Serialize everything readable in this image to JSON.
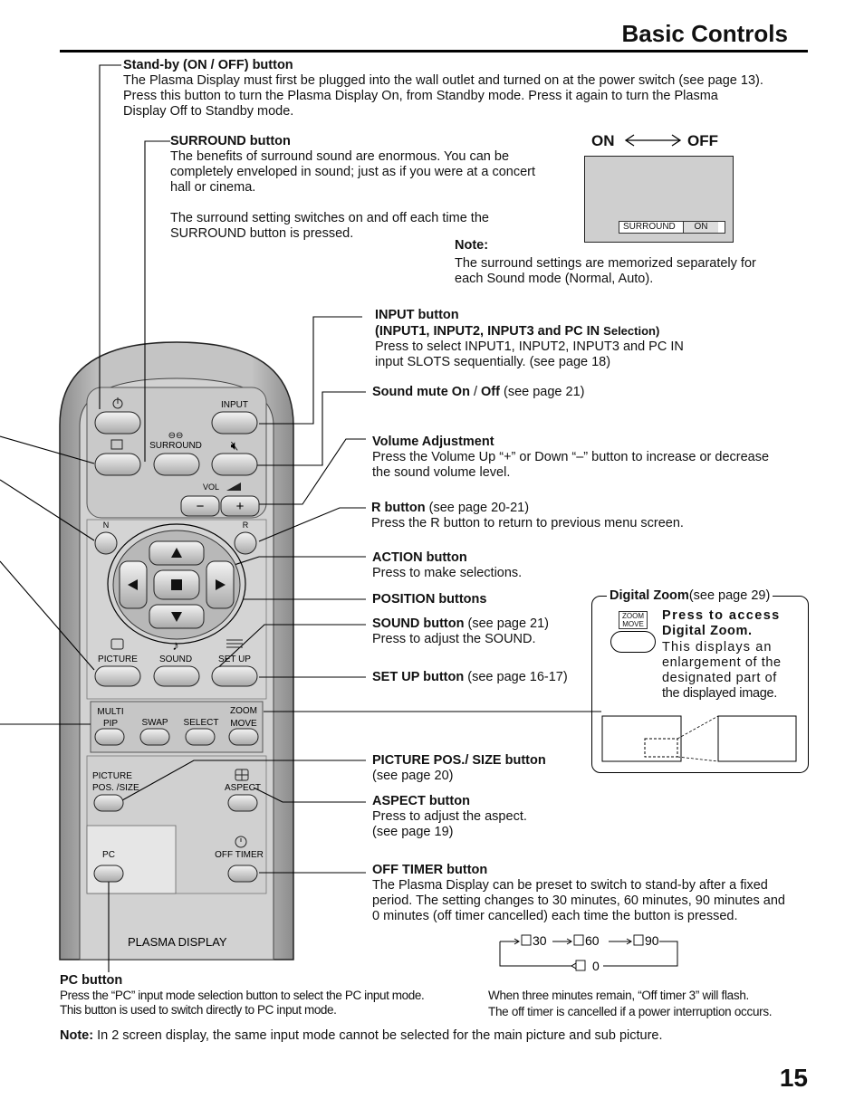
{
  "page": {
    "title": "Basic Controls",
    "number": "15"
  },
  "standby": {
    "heading": "Stand-by (ON / OFF) button",
    "lines": [
      "The Plasma Display must first be plugged into the wall outlet and turned on at the power switch (see page 13).",
      "Press this button to turn the Plasma Display On, from Standby mode. Press it again to turn the Plasma",
      "Display Off to Standby mode."
    ]
  },
  "surround": {
    "heading": "SURROUND button",
    "p1": [
      "The benefits of surround sound are enormous. You can be",
      "completely enveloped in sound; just as if you were at a concert",
      "hall or cinema."
    ],
    "p2": [
      "The surround setting switches on and off each time the",
      "SURROUND button is pressed."
    ],
    "toggle_on": "ON",
    "toggle_off": "OFF",
    "osd_label": "SURROUND",
    "osd_value": "ON"
  },
  "note_surround": {
    "heading": "Note:",
    "lines": [
      "The surround settings are memorized separately for",
      "each Sound mode (Normal, Auto)."
    ]
  },
  "input": {
    "heading": "INPUT button",
    "subheading_bold": "(INPUT1, INPUT2, INPUT3 and PC IN ",
    "subheading_rest": "Selection)",
    "lines": [
      "Press to select INPUT1, INPUT2, INPUT3 and PC IN",
      "input SLOTS sequentially. (see page 18)"
    ]
  },
  "mute": {
    "heading": "Sound mute On",
    "sep": " / ",
    "heading2": "Off",
    "ref": " (see page 21)"
  },
  "volume": {
    "heading": "Volume Adjustment",
    "lines": [
      "Press the Volume Up “+” or Down “–” button to increase or decrease",
      "the sound volume level."
    ]
  },
  "r_button": {
    "heading": "R button",
    "ref": " (see page 20-21)",
    "line": "Press the R button to return to previous menu screen."
  },
  "action": {
    "heading": "ACTION button",
    "line": "Press to make selections."
  },
  "position": {
    "heading": "POSITION buttons"
  },
  "sound": {
    "heading": "SOUND button",
    "ref": " (see page 21)",
    "line": "Press to adjust the SOUND."
  },
  "setup": {
    "heading": "SET UP button",
    "ref": " (see page 16-17)"
  },
  "digital_zoom": {
    "heading": "Digital Zoom",
    "ref": "(see page 29)",
    "icon_top": "ZOOM",
    "icon_bottom": "MOVE",
    "bold_lines": [
      "Press to access",
      "Digital Zoom."
    ],
    "lines": [
      "This displays an",
      "enlargement of the",
      "designated part of",
      "the displayed image."
    ]
  },
  "picture_pos": {
    "heading": "PICTURE POS./ SIZE button",
    "line": "(see page 20)"
  },
  "aspect": {
    "heading": "ASPECT button",
    "lines": [
      "Press to adjust the aspect.",
      "(see page 19)"
    ]
  },
  "off_timer": {
    "heading": "OFF TIMER button",
    "lines": [
      "The Plasma Display can be preset to switch to stand-by after a fixed",
      "period. The setting changes to 30 minutes, 60 minutes, 90 minutes and",
      "0 minutes (off timer cancelled) each time the button is pressed."
    ],
    "cycle": [
      "30",
      "60",
      "90",
      "0"
    ],
    "notes": [
      "When three minutes remain, “Off timer 3” will flash.",
      "The off timer is cancelled if a power interruption occurs."
    ]
  },
  "pc": {
    "heading": "PC button",
    "lines": [
      "Press the “PC” input mode selection button to select the PC input  mode.",
      "This button is used to switch directly to PC  input mode."
    ]
  },
  "note_bottom": {
    "label": "Note:",
    "text": " In 2 screen display, the same input mode cannot be selected for the main picture and sub picture."
  },
  "remote": {
    "input": "INPUT",
    "surround": "SURROUND",
    "vol": "VOL",
    "n": "N",
    "r": "R",
    "picture": "PICTURE",
    "sound": "SOUND",
    "setup": "SET UP",
    "multi": "MULTI",
    "pip": "PIP",
    "swap": "SWAP",
    "select": "SELECT",
    "zoom": "ZOOM",
    "move": "MOVE",
    "picture_pos_1": "PICTURE",
    "picture_pos_2": "POS. /SIZE",
    "aspect": "ASPECT",
    "pc": "PC",
    "off_timer": "OFF TIMER",
    "brand": "PLASMA DISPLAY"
  }
}
